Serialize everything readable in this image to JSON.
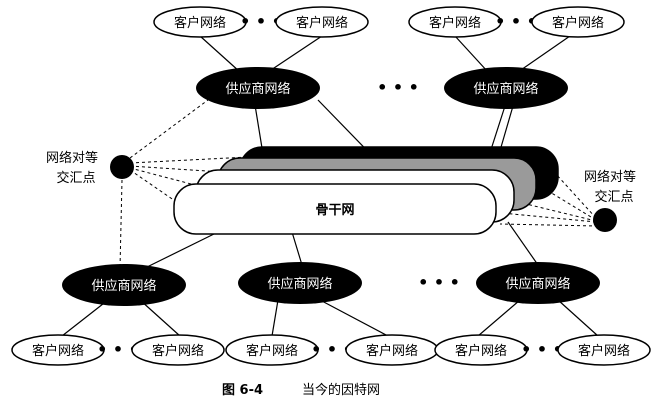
{
  "customer_label": "客户网络",
  "supplier_label": "供应商网络",
  "backbone_label": "骨干网",
  "exchange_label": {
    "line1": "网络对等",
    "line2": "交汇点"
  },
  "ellipsis": "• • •",
  "caption": {
    "figure": "图 6-4",
    "title": "当今的因特网"
  },
  "colors": {
    "node_fill": "#000000",
    "node_text": "#ffffff",
    "customer_fill": "#ffffff",
    "backbone_layers": [
      "#000000",
      "#9a9a9a",
      "#ffffff",
      "#ffffff"
    ]
  }
}
